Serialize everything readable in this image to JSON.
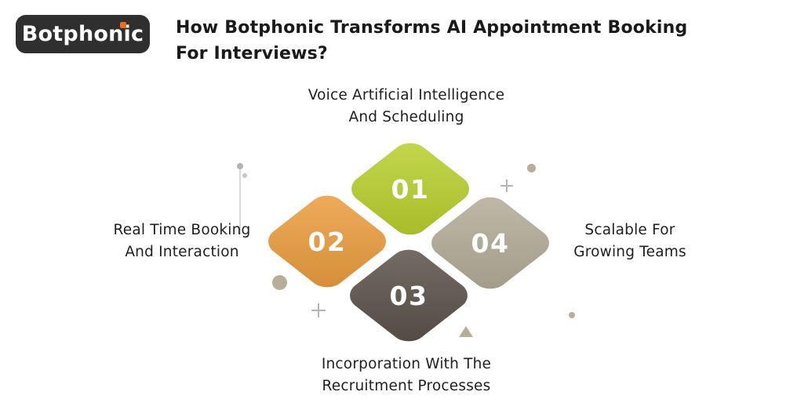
{
  "logo": {
    "text": "Botphonic"
  },
  "title": {
    "line1": "How Botphonic Transforms AI Appointment Booking",
    "line2": "For Interviews?"
  },
  "diagram": {
    "items": [
      {
        "number": "01",
        "label_line1": "Voice Artificial Intelligence",
        "label_line2": "And Scheduling",
        "position": "top",
        "color": "#b9d02c"
      },
      {
        "number": "02",
        "label_line1": "Real Time Booking",
        "label_line2": "And Interaction",
        "position": "left",
        "color": "#ec9d3d"
      },
      {
        "number": "03",
        "label_line1": "Incorporation With The",
        "label_line2": "Recruitment Processes",
        "position": "bottom",
        "color": "#5b5249"
      },
      {
        "number": "04",
        "label_line1": "Scalable For",
        "label_line2": "Growing Teams",
        "position": "right",
        "color": "#b4ac97"
      }
    ]
  },
  "colors": {
    "background": "#ffffff",
    "logo_bg": "#2f2f2f",
    "logo_dot": "#ed6a1e",
    "title_text": "#1a1a1a",
    "label_text": "#1f1f1f",
    "number_text": "#ffffff",
    "diamond_01": "#b9d02c",
    "diamond_02": "#ec9d3d",
    "diamond_03": "#5b5249",
    "diamond_04": "#b4ac97",
    "decor_gray": "#b4b4b2",
    "decor_beige": "#b7ae99",
    "decor_line": "#d8d8d6"
  }
}
